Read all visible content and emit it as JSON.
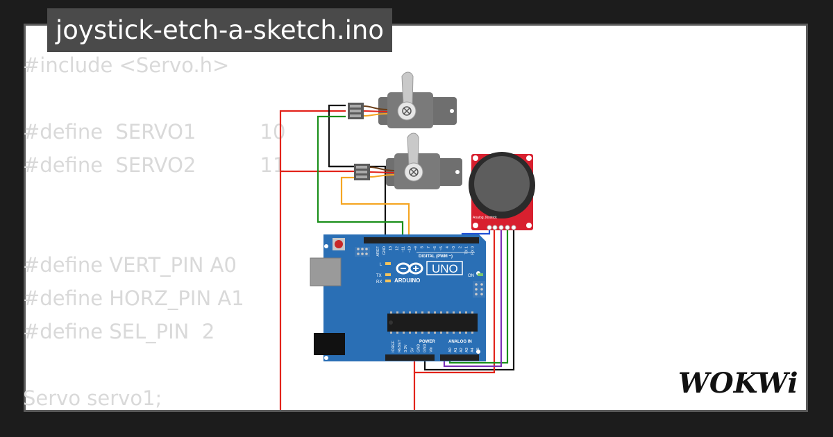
{
  "project": {
    "title": "joystick-etch-a-sketch.ino"
  },
  "code_lines": [
    "#include <Servo.h>",
    "",
    "#define  SERVO1          10",
    "#define  SERVO2          11",
    "",
    "",
    "#define VERT_PIN A0",
    "#define HORZ_PIN A1",
    "#define SEL_PIN  2",
    "",
    "Servo servo1;"
  ],
  "arduino": {
    "brand": "ARDUINO",
    "model": "UNO",
    "on_label": "ON",
    "digital_label": "DIGITAL (PWM ~)",
    "power_label": "POWER",
    "analog_label": "ANALOG IN",
    "led_labels": [
      "L",
      "TX",
      "RX"
    ],
    "digital_pins": [
      "AREF",
      "GND",
      "13",
      "12",
      "~11",
      "~10",
      "~9",
      "8",
      "7",
      "~6",
      "~5",
      "4",
      "~3",
      "2",
      "TX 1",
      "RX 0"
    ],
    "power_pins": [
      "IOREF",
      "RESET",
      "3.3V",
      "5V",
      "GND",
      "GND",
      "Vin"
    ],
    "analog_pins": [
      "A0",
      "A1",
      "A2",
      "A3",
      "A4",
      "A5"
    ]
  },
  "joystick": {
    "label": "Analog Joystick"
  },
  "logo": {
    "text": "WOKWi"
  },
  "colors": {
    "page_bg": "#1c1c1c",
    "frame_border": "#5a5a5a",
    "board": "#2a6fb5",
    "joystick_board": "#d8202f",
    "servo_body": "#707070",
    "wire_red": "#e2231a",
    "wire_black": "#111111",
    "wire_green": "#1a8f1a",
    "wire_orange": "#f5a623",
    "wire_blue": "#1f4fd6",
    "wire_purple": "#7b2fb5"
  }
}
